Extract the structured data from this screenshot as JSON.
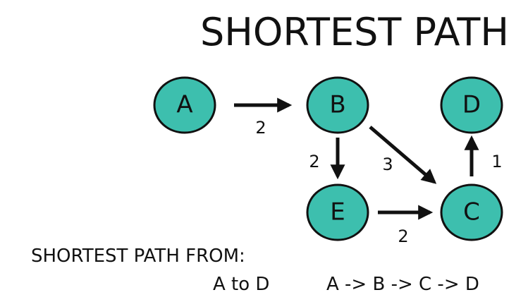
{
  "title": "SHORTEST PATH",
  "graph": {
    "nodes": [
      {
        "id": "A",
        "label": "A"
      },
      {
        "id": "B",
        "label": "B"
      },
      {
        "id": "D",
        "label": "D"
      },
      {
        "id": "E",
        "label": "E"
      },
      {
        "id": "C",
        "label": "C"
      }
    ],
    "edges": [
      {
        "from": "A",
        "to": "B",
        "weight": "2"
      },
      {
        "from": "B",
        "to": "E",
        "weight": "2"
      },
      {
        "from": "B",
        "to": "C",
        "weight": "3"
      },
      {
        "from": "E",
        "to": "C",
        "weight": "2"
      },
      {
        "from": "C",
        "to": "D",
        "weight": "1"
      }
    ]
  },
  "caption": "SHORTEST PATH FROM:",
  "query": "A to D",
  "result_path": "A -> B -> C -> D",
  "colors": {
    "node_fill": "#3dbfae",
    "node_stroke": "#111111",
    "edge": "#111111"
  }
}
